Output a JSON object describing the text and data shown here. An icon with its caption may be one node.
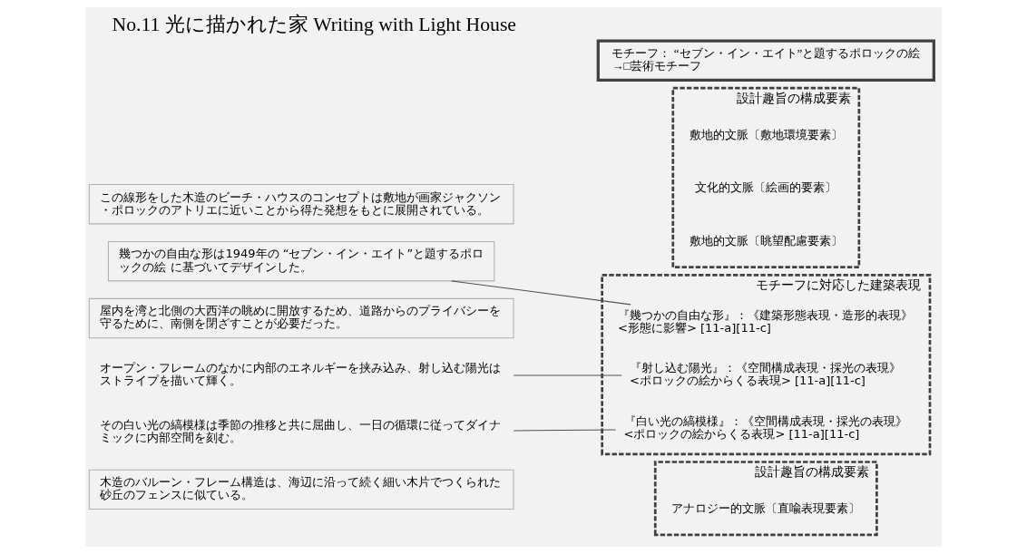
{
  "diagram": {
    "title": "No.11 光に描かれた家 Writing with Light House",
    "nodes": [
      {
        "text": [
          "モチーフ： “セブン・イン・エイト”と題するポロックの絵",
          "→□芸術モチーフ"
        ]
      },
      {
        "text": [
          "この線形をした木造のビーチ・ハウスのコンセプトは敷地が画家ジャクソン・ポロックのアトリエに近いことから得た発想をもとに展開されている。"
        ]
      },
      {
        "text": [
          "幾つかの自由な形は1949年の “セブン・イン・エイト”と題するポロックの絵 に基づいてデザインした。"
        ]
      },
      {
        "text": [
          "屋内を湾と北側の大西洋の眺めに開放するため、道路からのプライバシーを守るために、南側を閉ざすことが必要だった。"
        ]
      },
      {
        "text": [
          "オープン・フレームのなかに内部のエネルギーを挟み込み、射し込む陽光はストライプを描いて輝く。"
        ]
      },
      {
        "text": [
          "その白い光の縞模様は季節の推移と共に屈曲し、一日の循環に従ってダイナミックに内部空間を刻む。"
        ]
      },
      {
        "text": [
          "木造のバルーン・フレーム構造は、海辺に沿って続く細い木片でつくられた砂丘のフェンスに似ている。"
        ]
      },
      {
        "text": [
          "設計趣旨の構成要素"
        ]
      },
      {
        "text": [
          "敷地的文脈〔敷地環境要素〕"
        ],
        "in": 7
      },
      {
        "text": [
          "文化的文脈〔絵画的要素〕"
        ],
        "in": 7
      },
      {
        "text": [
          "敷地的文脈〔眺望配慮要素〕"
        ],
        "in": 7
      },
      {
        "text": [
          "モチーフに対応した建築表現"
        ]
      },
      {
        "text": [
          "『幾つかの自由な形』：《建築形態表現・造形的表現》",
          "<形態に影響> [11-a][11-c]"
        ],
        "in": 11
      },
      {
        "text": [
          "『射し込む陽光』：《空間構成表現・採光の表現》",
          "<ポロックの絵からくる表現> [11-a][11-c]"
        ],
        "in": 11
      },
      {
        "text": [
          "『白い光の縞模様』：《空間構成表現・採光の表現》",
          "<ポロックの絵からくる表現> [11-a][11-c]"
        ],
        "in": 11
      },
      {
        "text": [
          "設計趣旨の構成要素"
        ]
      },
      {
        "text": [
          "アナロジー的文脈〔直喩表現要素〕"
        ],
        "in": 15
      }
    ],
    "edges": [
      {
        "from": 2,
        "to": 12,
        "arrow": "none"
      },
      {
        "from": 4,
        "to": 13,
        "arrow": "none"
      },
      {
        "from": 5,
        "to": 14,
        "arrow": "none"
      }
    ]
  }
}
